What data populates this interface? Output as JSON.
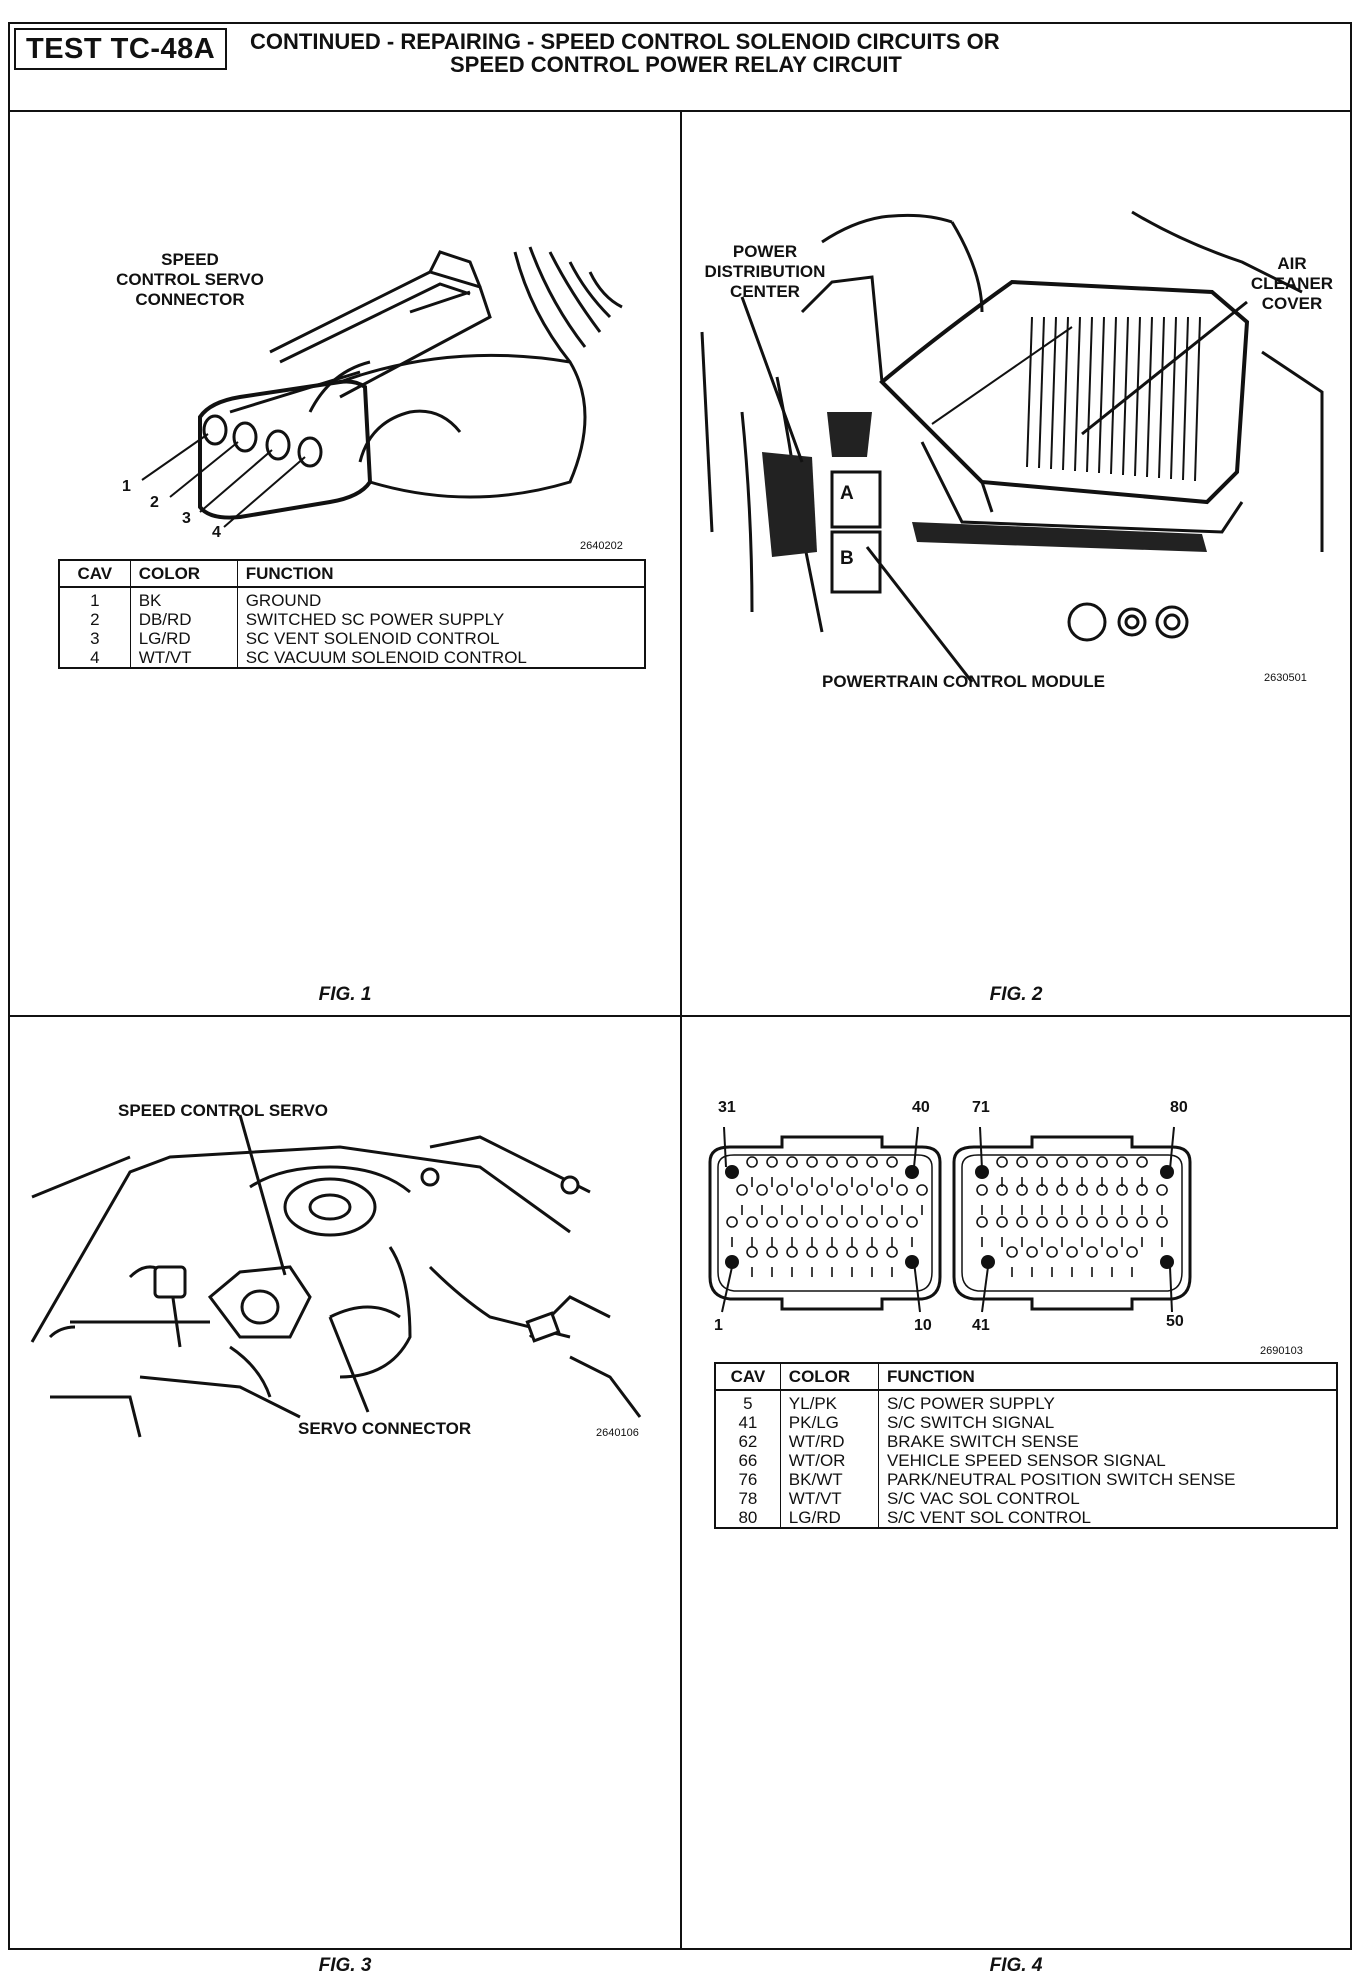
{
  "header": {
    "test_id": "TEST TC-48A",
    "title_line1": "CONTINUED -  REPAIRING - SPEED CONTROL SOLENOID CIRCUITS OR",
    "title_line2": "SPEED CONTROL POWER RELAY CIRCUIT"
  },
  "fig1": {
    "caption": "FIG. 1",
    "label_line1": "SPEED",
    "label_line2": "CONTROL SERVO",
    "label_line3": "CONNECTOR",
    "pins": [
      "1",
      "2",
      "3",
      "4"
    ],
    "code": "2640202",
    "table": {
      "headers": [
        "CAV",
        "COLOR",
        "FUNCTION"
      ],
      "rows": [
        [
          "1",
          "BK",
          "GROUND"
        ],
        [
          "2",
          "DB/RD",
          "SWITCHED SC POWER SUPPLY"
        ],
        [
          "3",
          "LG/RD",
          "SC VENT SOLENOID CONTROL"
        ],
        [
          "4",
          "WT/VT",
          "SC VACUUM SOLENOID CONTROL"
        ]
      ]
    }
  },
  "fig2": {
    "caption": "FIG. 2",
    "pdc_line1": "POWER",
    "pdc_line2": "DISTRIBUTION",
    "pdc_line3": "CENTER",
    "air_line1": "AIR",
    "air_line2": "CLEANER",
    "air_line3": "COVER",
    "a": "A",
    "b": "B",
    "pcm": "POWERTRAIN CONTROL MODULE",
    "code": "2630501"
  },
  "fig3": {
    "caption": "FIG. 3",
    "servo": "SPEED CONTROL SERVO",
    "connector": "SERVO CONNECTOR",
    "code": "2640106"
  },
  "fig4": {
    "caption": "FIG. 4",
    "pins_top": [
      "31",
      "40",
      "71",
      "80"
    ],
    "pins_bottom": [
      "1",
      "10",
      "41",
      "50"
    ],
    "code": "2690103",
    "table": {
      "headers": [
        "CAV",
        "COLOR",
        "FUNCTION"
      ],
      "rows": [
        [
          "5",
          "YL/PK",
          "S/C POWER SUPPLY"
        ],
        [
          "41",
          "PK/LG",
          "S/C SWITCH SIGNAL"
        ],
        [
          "62",
          "WT/RD",
          "BRAKE SWITCH SENSE"
        ],
        [
          "66",
          "WT/OR",
          "VEHICLE SPEED SENSOR SIGNAL"
        ],
        [
          "76",
          "BK/WT",
          "PARK/NEUTRAL POSITION SWITCH SENSE"
        ],
        [
          "78",
          "WT/VT",
          "S/C VAC SOL CONTROL"
        ],
        [
          "80",
          "LG/RD",
          "S/C VENT SOL CONTROL"
        ]
      ]
    }
  }
}
